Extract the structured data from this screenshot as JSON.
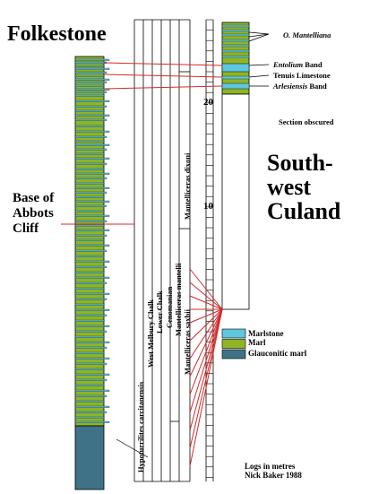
{
  "titles": {
    "folkestone": "Folkestone",
    "southwest_culand": [
      "South-",
      "west",
      "Culand"
    ],
    "base_of_abbots_cliff": [
      "Base of",
      "Abbots",
      "Cliff"
    ]
  },
  "right_labels": {
    "o_mantelliana": "O. Mantelliana",
    "entolium_band_italic": "Entolium",
    "entolium_band_rest": " Band",
    "tenuis_limestone": "Tenuis Limestone",
    "arlesiensis_band_italic": "Arlesiensis",
    "arlesiensis_band_rest": " Band",
    "section_obscured": "Section obscured"
  },
  "scale": {
    "tick_20": "20",
    "tick_10": "10"
  },
  "zones": {
    "west_melbury_chalk": "West Melbury Chalk",
    "lower_chalk": "Lower Chalk",
    "cenomanian": "Cenomanian",
    "mantelliceras_mantelli": "Mantelliceras mantelli",
    "mantelliceras_saxbii": "Mantelliceras saxbii",
    "mantelliceras_dixoni": "Mantelliceras dixoni",
    "hypoturrilites_carcitanensis": "Hypoturrilites carcitanensis"
  },
  "legend": [
    {
      "label": "Marlstone",
      "color": "#5fc6dd"
    },
    {
      "label": "Marl",
      "color": "#8fb425"
    },
    {
      "label": "Glauconitic marl",
      "color": "#3f7287"
    }
  ],
  "credits": [
    "Logs in metres",
    "Nick Baker 1988"
  ],
  "colors": {
    "marl": "#8fb425",
    "marlstone": "#5fc6dd",
    "glauconitic": "#3f7287",
    "correlation": "#d42a2a"
  }
}
